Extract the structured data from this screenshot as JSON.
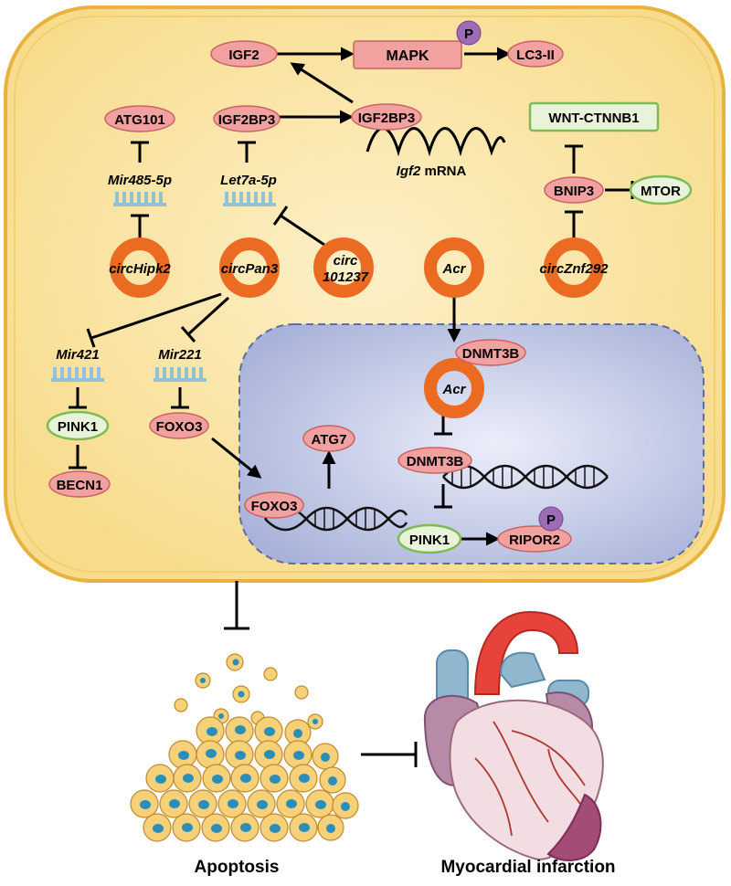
{
  "colors": {
    "cell_fill": "#fbe6a8",
    "cell_edge": "#e9b23a",
    "nucleus_fill": "#c7cde8",
    "nucleus_edge": "#5e6c9e",
    "protein_pink": "#f2a1a1",
    "protein_pink_edge": "#c96363",
    "protein_green_fill": "#e9f3d9",
    "protein_green_edge": "#7dbb55",
    "circ_orange": "#ec6b22",
    "phospho": "#9e6bb5",
    "mirna": "#8fc3d6"
  },
  "nodes": {
    "igf2": "IGF2",
    "mapk": "MAPK",
    "lc3": "LC3-II",
    "atg101": "ATG101",
    "igf2bp3_a": "IGF2BP3",
    "igf2bp3_b": "IGF2BP3",
    "wnt": "WNT-CTNNB1",
    "bnip3": "BNIP3",
    "mtor": "MTOR",
    "dnmt3b_a": "DNMT3B",
    "dnmt3b_b": "DNMT3B",
    "atg7": "ATG7",
    "pink1_a": "PINK1",
    "pink1_b": "PINK1",
    "becn1": "BECN1",
    "foxo3_a": "FOXO3",
    "foxo3_b": "FOXO3",
    "ripor2": "RIPOR2",
    "phospho": "P"
  },
  "mirnas": {
    "mir485": "Mir485-5p",
    "let7a": "Let7a-5p",
    "mir421": "Mir421",
    "mir221": "Mir221"
  },
  "circs": {
    "hipk2": "circHipk2",
    "pan3": "circPan3",
    "c101237_l1": "circ",
    "c101237_l2": "101237",
    "acr_a": "Acr",
    "acr_b": "Acr",
    "znf292": "circZnf292"
  },
  "mrna": {
    "gene": "Igf2",
    "suffix": " mRNA"
  },
  "captions": {
    "apoptosis": "Apoptosis",
    "mi": "Myocardial infarction"
  }
}
